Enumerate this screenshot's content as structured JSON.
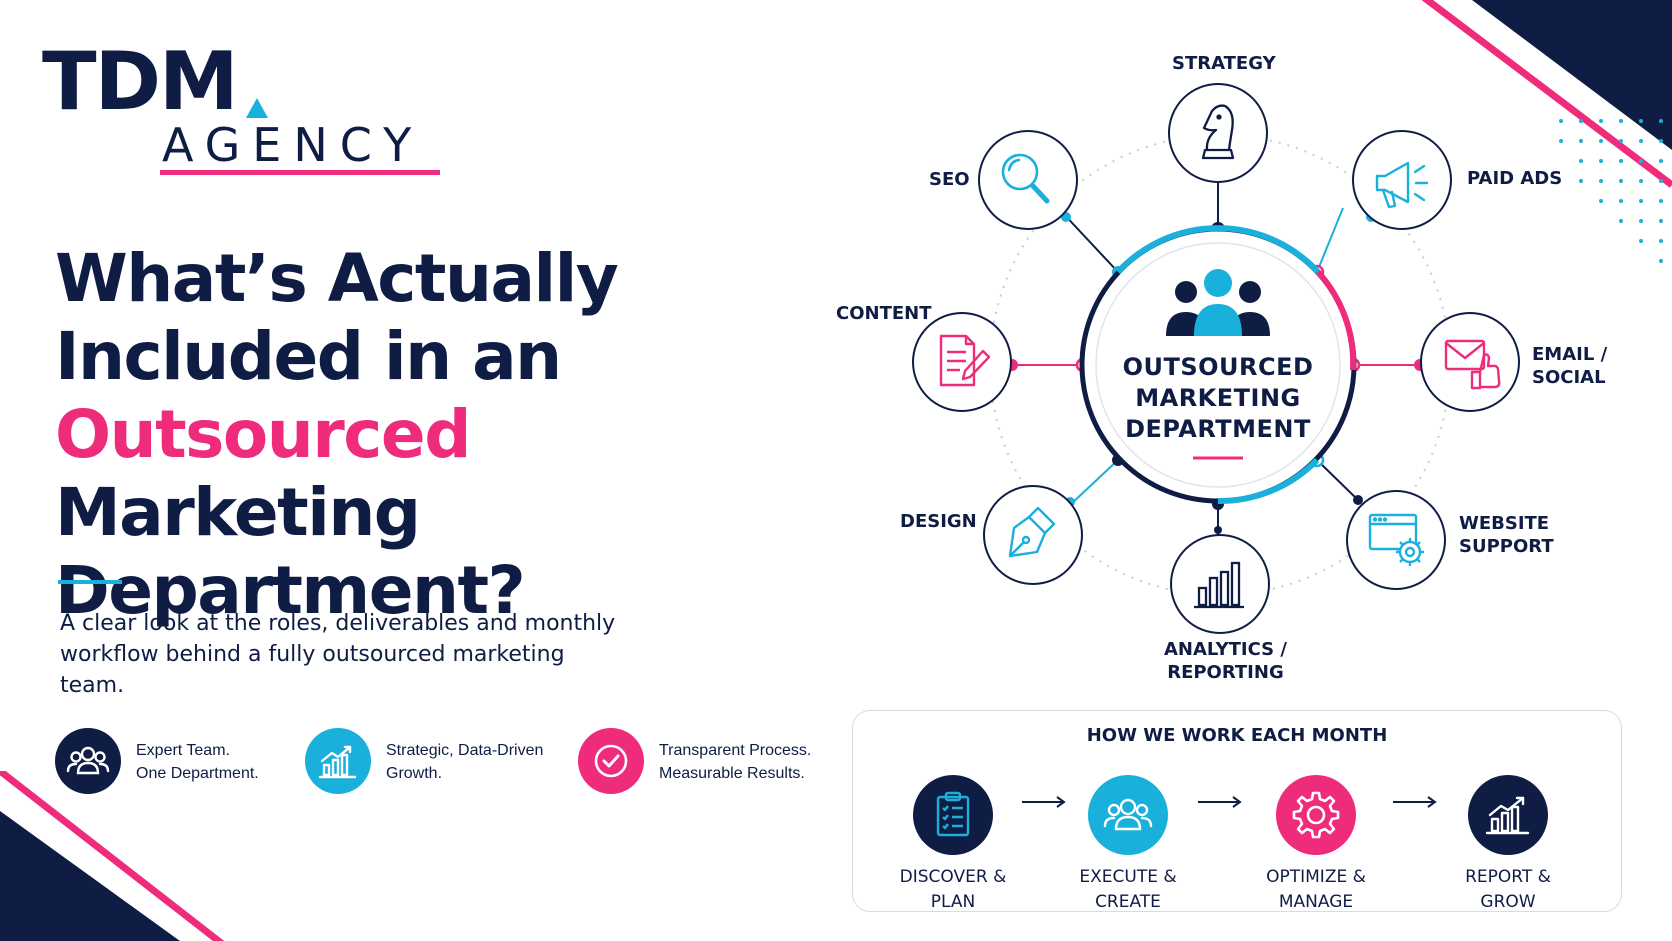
{
  "logo": {
    "brand": "TDM",
    "sub": "AGENCY"
  },
  "headline": {
    "line1": "What’s Actually",
    "line2": "Included in an",
    "line3": "Outsourced",
    "line4": "Marketing Department?"
  },
  "subtitle": "A clear look at the roles, deliverables and monthly workflow behind a fully outsourced marketing team.",
  "features": [
    {
      "line1": "Expert Team.",
      "line2": "One Department.",
      "icon": "team-icon",
      "color": "#0f1d45"
    },
    {
      "line1": "Strategic, Data-Driven",
      "line2": "Growth.",
      "icon": "growth-chart-icon",
      "color": "#1ab0dc"
    },
    {
      "line1": "Transparent Process.",
      "line2": "Measurable Results.",
      "icon": "checkmark-icon",
      "color": "#ef2b7c"
    }
  ],
  "diagram": {
    "center": {
      "line1": "OUTSOURCED",
      "line2": "MARKETING",
      "line3": "DEPARTMENT",
      "icon": "people-group-icon"
    },
    "services": [
      {
        "key": "strategy",
        "line1": "STRATEGY",
        "line2": "",
        "icon": "chess-knight-icon"
      },
      {
        "key": "paid-ads",
        "line1": "PAID ADS",
        "line2": "",
        "icon": "megaphone-icon"
      },
      {
        "key": "email-social",
        "line1": "EMAIL /",
        "line2": "SOCIAL",
        "icon": "email-like-icon"
      },
      {
        "key": "website-support",
        "line1": "WEBSITE",
        "line2": "SUPPORT",
        "icon": "browser-gear-icon"
      },
      {
        "key": "analytics-reporting",
        "line1": "ANALYTICS /",
        "line2": "REPORTING",
        "icon": "bar-chart-icon"
      },
      {
        "key": "design",
        "line1": "DESIGN",
        "line2": "",
        "icon": "pen-nib-icon"
      },
      {
        "key": "content",
        "line1": "CONTENT",
        "line2": "",
        "icon": "document-pen-icon"
      },
      {
        "key": "seo",
        "line1": "SEO",
        "line2": "",
        "icon": "magnifier-icon"
      }
    ]
  },
  "process": {
    "title": "HOW WE WORK EACH MONTH",
    "steps": [
      {
        "line1": "DISCOVER &",
        "line2": "PLAN",
        "icon": "clipboard-icon",
        "color": "#0f1d45"
      },
      {
        "line1": "EXECUTE &",
        "line2": "CREATE",
        "icon": "team-icon",
        "color": "#1ab0dc"
      },
      {
        "line1": "OPTIMIZE &",
        "line2": "MANAGE",
        "icon": "gear-icon",
        "color": "#ef2b7c"
      },
      {
        "line1": "REPORT &",
        "line2": "GROW",
        "icon": "growth-chart-icon",
        "color": "#0f1d45"
      }
    ]
  },
  "colors": {
    "navy": "#0f1d45",
    "pink": "#ef2b7c",
    "cyan": "#1ab0dc"
  }
}
